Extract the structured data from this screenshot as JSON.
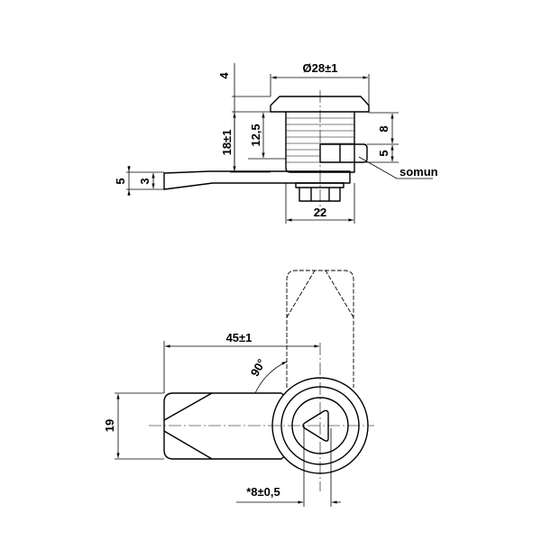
{
  "side_view": {
    "dims": {
      "cap_height": "4",
      "cap_diameter": "Ø28±1",
      "body_height": "18±1",
      "thread_length": "12,5",
      "nut_offset": "8",
      "nut_height": "5",
      "cam_thickness": "5",
      "cam_tip": "3",
      "body_width": "22"
    },
    "nut_label": "somun"
  },
  "front_view": {
    "dims": {
      "cam_length": "45±1",
      "rotation_angle": "90°",
      "cam_width": "19",
      "key_size": "*8±0,5"
    }
  }
}
